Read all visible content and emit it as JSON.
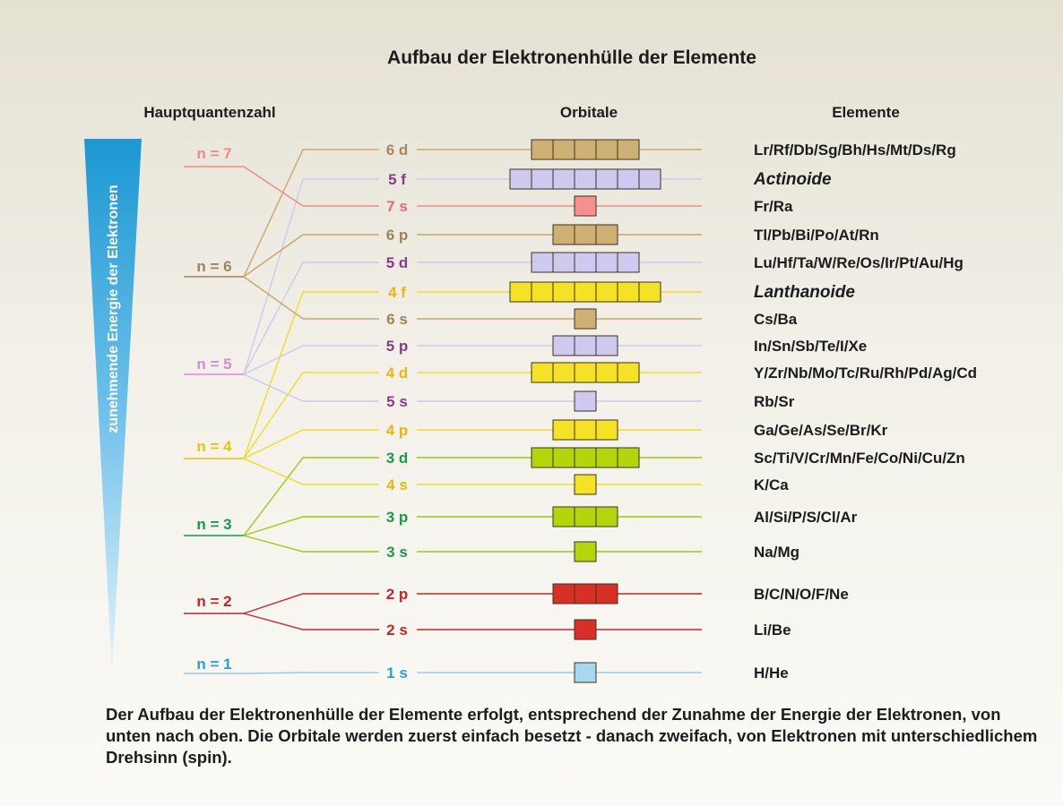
{
  "title": "Aufbau der Elektronenhülle der Elemente",
  "headers": {
    "hauptquantenzahl": "Hauptquantenzahl",
    "orbitale": "Orbitale",
    "elemente": "Elemente"
  },
  "axis_label": "zunehmende Energie der Elektronen",
  "shells": [
    {
      "label": "n = 7",
      "n": 7,
      "color": "#f08a8a"
    },
    {
      "label": "n = 6",
      "n": 6,
      "color": "#a0825a"
    },
    {
      "label": "n = 5",
      "n": 5,
      "color": "#d48bd4"
    },
    {
      "label": "n = 4",
      "n": 4,
      "color": "#e8c40a"
    },
    {
      "label": "n = 3",
      "n": 3,
      "color": "#1a9a4a"
    },
    {
      "label": "n = 2",
      "n": 2,
      "color": "#c0282a"
    },
    {
      "label": "n = 1",
      "n": 1,
      "color": "#2a9fd6"
    }
  ],
  "orbitals": [
    {
      "label": "6 d",
      "n": 6,
      "boxes": 5,
      "fill": "#cfb074",
      "text_color": "#a8885a",
      "line_color": "#c9a86a",
      "elements": "Lr/Rf/Db/Sg/Bh/Hs/Mt/Ds/Rg",
      "group": false
    },
    {
      "label": "5 f",
      "n": 5,
      "boxes": 7,
      "fill": "#cfc8ef",
      "text_color": "#8a3a8a",
      "line_color": "#cfc8ee",
      "elements": "Actinoide",
      "group": true,
      "group_color": "#b0a6e6"
    },
    {
      "label": "7 s",
      "n": 7,
      "boxes": 1,
      "fill": "#f5908e",
      "text_color": "#e06c6c",
      "line_color": "#f08a8a",
      "elements": "Fr/Ra",
      "group": false
    },
    {
      "label": "6 p",
      "n": 6,
      "boxes": 3,
      "fill": "#cfb074",
      "text_color": "#a0825a",
      "line_color": "#c9a86a",
      "elements": "Tl/Pb/Bi/Po/At/Rn",
      "group": false
    },
    {
      "label": "5 d",
      "n": 5,
      "boxes": 5,
      "fill": "#cfc8ef",
      "text_color": "#8a3a8a",
      "line_color": "#cfc8ee",
      "elements": "Lu/Hf/Ta/W/Re/Os/Ir/Pt/Au/Hg",
      "group": false
    },
    {
      "label": "4 f",
      "n": 4,
      "boxes": 7,
      "fill": "#f5e226",
      "text_color": "#e8b80a",
      "line_color": "#f2dc2a",
      "elements": "Lanthanoide",
      "group": true,
      "group_color": "#f2c20a"
    },
    {
      "label": "6 s",
      "n": 6,
      "boxes": 1,
      "fill": "#cfb074",
      "text_color": "#a0825a",
      "line_color": "#c9a86a",
      "elements": "Cs/Ba",
      "group": false
    },
    {
      "label": "5 p",
      "n": 5,
      "boxes": 3,
      "fill": "#cfc8ef",
      "text_color": "#8a3a8a",
      "line_color": "#cfc8ee",
      "elements": "In/Sn/Sb/Te/I/Xe",
      "group": false
    },
    {
      "label": "4 d",
      "n": 4,
      "boxes": 5,
      "fill": "#f5e226",
      "text_color": "#e8b80a",
      "line_color": "#f2dc2a",
      "elements": "Y/Zr/Nb/Mo/Tc/Ru/Rh/Pd/Ag/Cd",
      "group": false
    },
    {
      "label": "5 s",
      "n": 5,
      "boxes": 1,
      "fill": "#cfc8ef",
      "text_color": "#8a3a8a",
      "line_color": "#cfc8ee",
      "elements": "Rb/Sr",
      "group": false
    },
    {
      "label": "4 p",
      "n": 4,
      "boxes": 3,
      "fill": "#f5e226",
      "text_color": "#e8b80a",
      "line_color": "#f2dc2a",
      "elements": "Ga/Ge/As/Se/Br/Kr",
      "group": false
    },
    {
      "label": "3 d",
      "n": 3,
      "boxes": 5,
      "fill": "#b4d40c",
      "text_color": "#1a9a4a",
      "line_color": "#9cc814",
      "elements": "Sc/Ti/V/Cr/Mn/Fe/Co/Ni/Cu/Zn",
      "group": false
    },
    {
      "label": "4 s",
      "n": 4,
      "boxes": 1,
      "fill": "#f5e226",
      "text_color": "#e8b80a",
      "line_color": "#f2dc2a",
      "elements": "K/Ca",
      "group": false
    },
    {
      "label": "3 p",
      "n": 3,
      "boxes": 3,
      "fill": "#b4d40c",
      "text_color": "#1a9a4a",
      "line_color": "#9cc814",
      "elements": "Al/Si/P/S/Cl/Ar",
      "group": false
    },
    {
      "label": "3 s",
      "n": 3,
      "boxes": 1,
      "fill": "#b4d40c",
      "text_color": "#1a9a4a",
      "line_color": "#9cc814",
      "elements": "Na/Mg",
      "group": false
    },
    {
      "label": "2 p",
      "n": 2,
      "boxes": 3,
      "fill": "#d83028",
      "text_color": "#c0282a",
      "line_color": "#c0282a",
      "elements": "B/C/N/O/F/Ne",
      "group": false
    },
    {
      "label": "2 s",
      "n": 2,
      "boxes": 1,
      "fill": "#d83028",
      "text_color": "#c0282a",
      "line_color": "#c0282a",
      "elements": "Li/Be",
      "group": false
    },
    {
      "label": "1 s",
      "n": 1,
      "boxes": 1,
      "fill": "#a8d8f0",
      "text_color": "#2a9fd6",
      "line_color": "#9acae6",
      "elements": "H/He",
      "group": false
    }
  ],
  "caption": "Der Aufbau der Elektronenhülle der Elemente erfolgt, entsprechend der Zunahme der Energie der Elektronen, von unten nach oben. Die Orbitale werden zuerst einfach besetzt - danach zweifach, von Elektronen mit unterschiedlichem Drehsinn (spin)."
}
